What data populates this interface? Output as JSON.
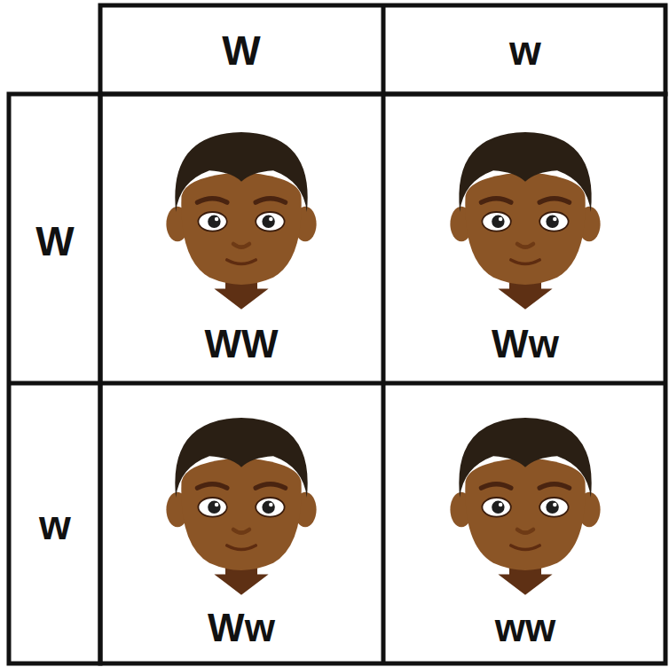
{
  "diagram": {
    "labels": [
      "W",
      "w",
      "W",
      "w",
      "WW",
      "Ww",
      "Ww",
      "ww"
    ]
  }
}
